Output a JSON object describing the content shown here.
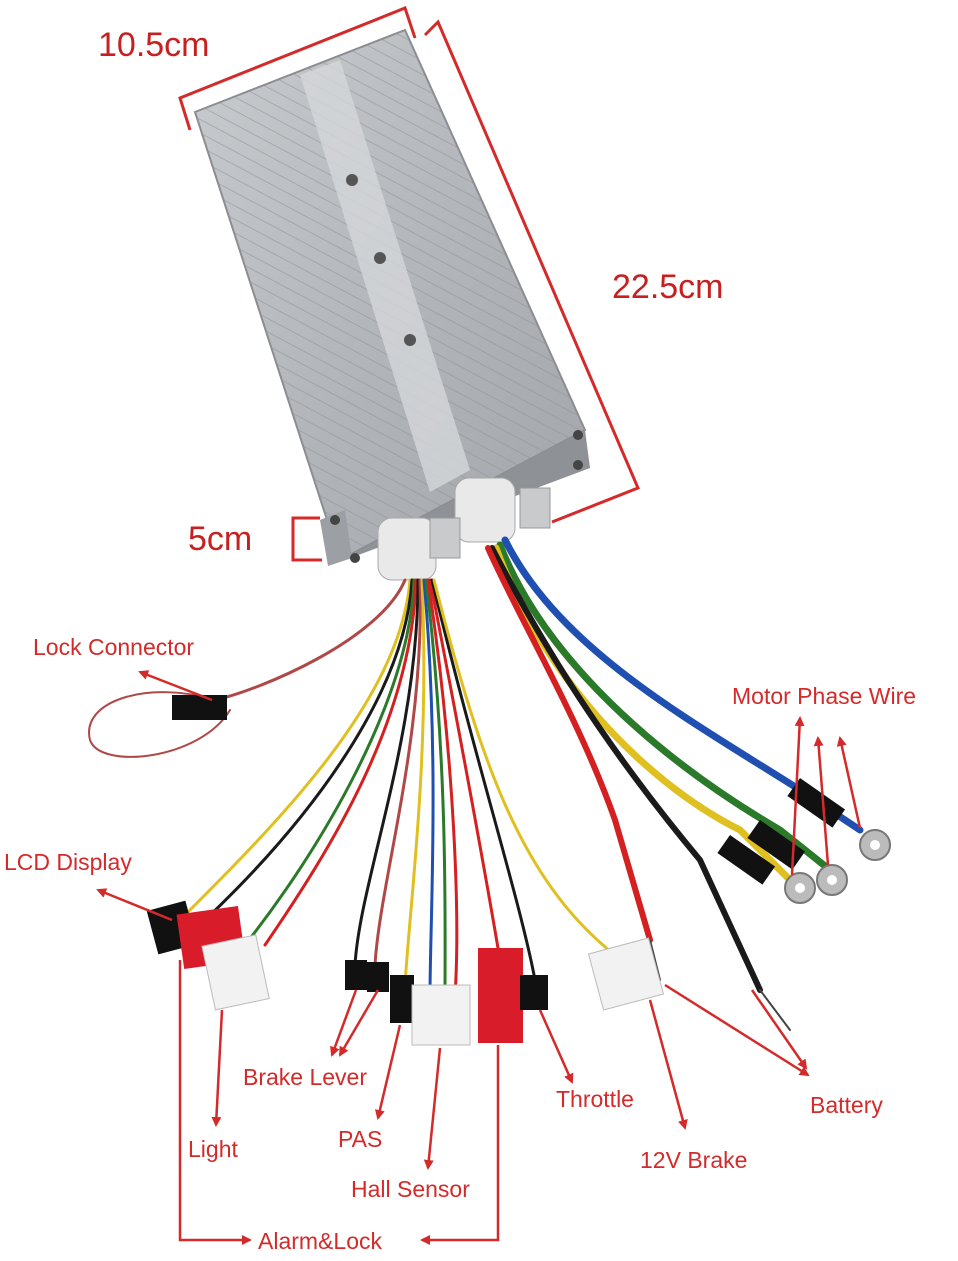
{
  "dimensions": {
    "width": "10.5cm",
    "length": "22.5cm",
    "height": "5cm"
  },
  "labels": {
    "lock_connector": "Lock Connector",
    "motor_phase_wire": "Motor Phase Wire",
    "lcd_display": "LCD Display",
    "brake_lever": "Brake Lever",
    "light": "Light",
    "pas": "PAS",
    "hall_sensor": "Hall Sensor",
    "throttle": "Throttle",
    "brake_12v": "12V Brake",
    "battery": "Battery",
    "alarm_lock": "Alarm&Lock"
  },
  "colors": {
    "annotation": "#d42a2a",
    "controller_body": "#b9bcbf",
    "wire_red": "#d42020",
    "wire_black": "#1a1a1a",
    "wire_blue": "#1f4fb0",
    "wire_green": "#2a7a2a",
    "wire_yellow": "#e0c020"
  }
}
